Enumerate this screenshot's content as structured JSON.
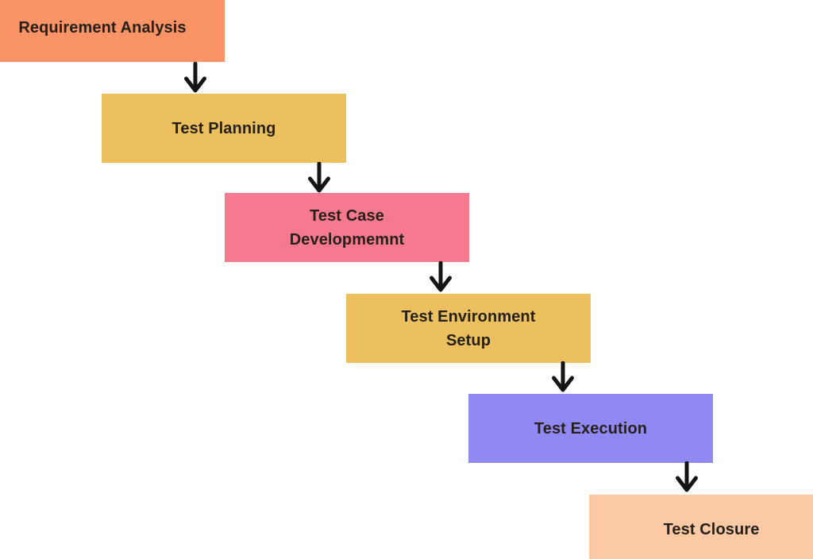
{
  "canvas": {
    "background": "#ffffff",
    "text_color": "#26201a"
  },
  "diagram": {
    "type": "flowchart",
    "direction": "cascading top-left to bottom-right, arrows pointing down",
    "steps": [
      {
        "label": "Requirement Analysis",
        "color": "#FA9365"
      },
      {
        "label": "Test Planning",
        "color": "#ECC05E"
      },
      {
        "label": "Test Case\nDevelopmemnt",
        "color": "#F7798F"
      },
      {
        "label": "Test Environment\nSetup",
        "color": "#ECC05E"
      },
      {
        "label": "Test Execution",
        "color": "#9089F4"
      },
      {
        "label": "Test Closure",
        "color": "#FBC9A4"
      }
    ],
    "arrow": {
      "direction": "down",
      "color": "#141414",
      "count": 5
    }
  }
}
